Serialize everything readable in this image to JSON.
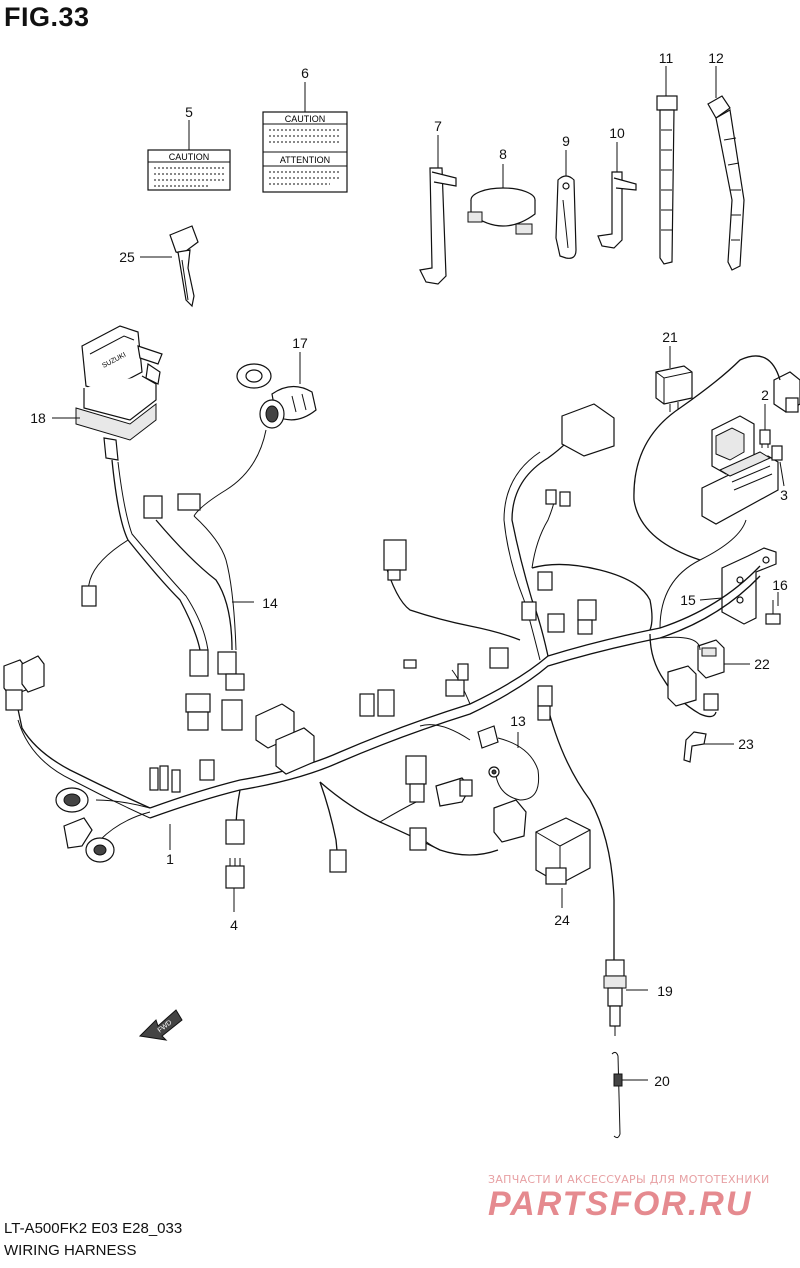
{
  "figure": {
    "title": "FIG.33",
    "model_code": "LT-A500FK2 E03 E28_033",
    "name": "WIRING HARNESS"
  },
  "labels": {
    "caution_1": "CAUTION",
    "caution_2": "CAUTION",
    "attention": "ATTENTION",
    "fwd": "FWD",
    "key_brand": "SUZUKI"
  },
  "callouts": {
    "c1": "1",
    "c2": "2",
    "c3": "3",
    "c4": "4",
    "c5": "5",
    "c6": "6",
    "c7": "7",
    "c8": "8",
    "c9": "9",
    "c10": "10",
    "c11": "11",
    "c12": "12",
    "c13": "13",
    "c14": "14",
    "c15": "15",
    "c16": "16",
    "c17": "17",
    "c18": "18",
    "c19": "19",
    "c20": "20",
    "c21": "21",
    "c22": "22",
    "c23": "23",
    "c24": "24",
    "c25": "25"
  },
  "watermark": {
    "tagline": "ЗАПЧАСТИ И АКСЕССУАРЫ ДЛЯ МОТОТЕХНИКИ",
    "logo": "PARTSFOR.RU"
  },
  "colors": {
    "ink": "#111111",
    "watermark": "#e58a8f",
    "background": "#ffffff"
  }
}
